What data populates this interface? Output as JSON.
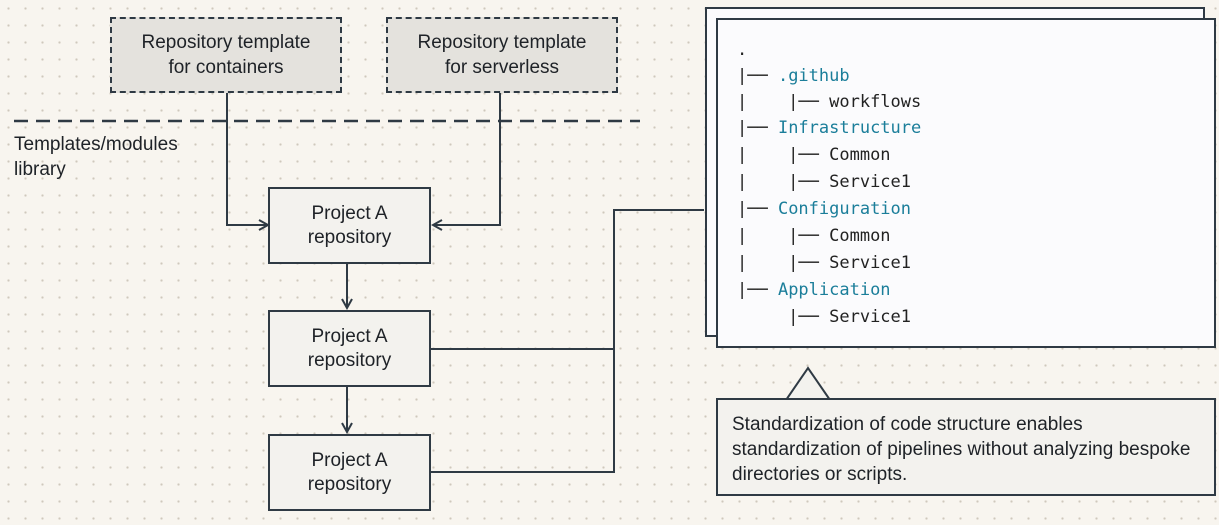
{
  "templates": [
    {
      "line1": "Repository template",
      "line2": "for containers"
    },
    {
      "line1": "Repository template",
      "line2": "for serverless"
    }
  ],
  "library_label": "Templates/modules library",
  "repositories": [
    {
      "line1": "Project A",
      "line2": "repository"
    },
    {
      "line1": "Project A",
      "line2": "repository"
    },
    {
      "line1": "Project A",
      "line2": "repository"
    }
  ],
  "tree": [
    {
      "prefix": "",
      "name": ".",
      "highlight": false
    },
    {
      "prefix": "|── ",
      "name": ".github",
      "highlight": true
    },
    {
      "prefix": "|    |── ",
      "name": "workflows",
      "highlight": false
    },
    {
      "prefix": "|── ",
      "name": "Infrastructure",
      "highlight": true
    },
    {
      "prefix": "|    |── ",
      "name": "Common",
      "highlight": false
    },
    {
      "prefix": "|    |── ",
      "name": "Service1",
      "highlight": false
    },
    {
      "prefix": "|── ",
      "name": "Configuration",
      "highlight": true
    },
    {
      "prefix": "|    |── ",
      "name": "Common",
      "highlight": false
    },
    {
      "prefix": "|    |── ",
      "name": "Service1",
      "highlight": false
    },
    {
      "prefix": "|── ",
      "name": "Application",
      "highlight": true
    },
    {
      "prefix": "     |── ",
      "name": "Service1",
      "highlight": false
    }
  ],
  "callout": "Standardization of code structure enables standardization of pipelines without analyzing bespoke directories or scripts.",
  "colors": {
    "background": "#f8f5ef",
    "line": "#2f3a44",
    "highlight": "#1b7e9a"
  }
}
